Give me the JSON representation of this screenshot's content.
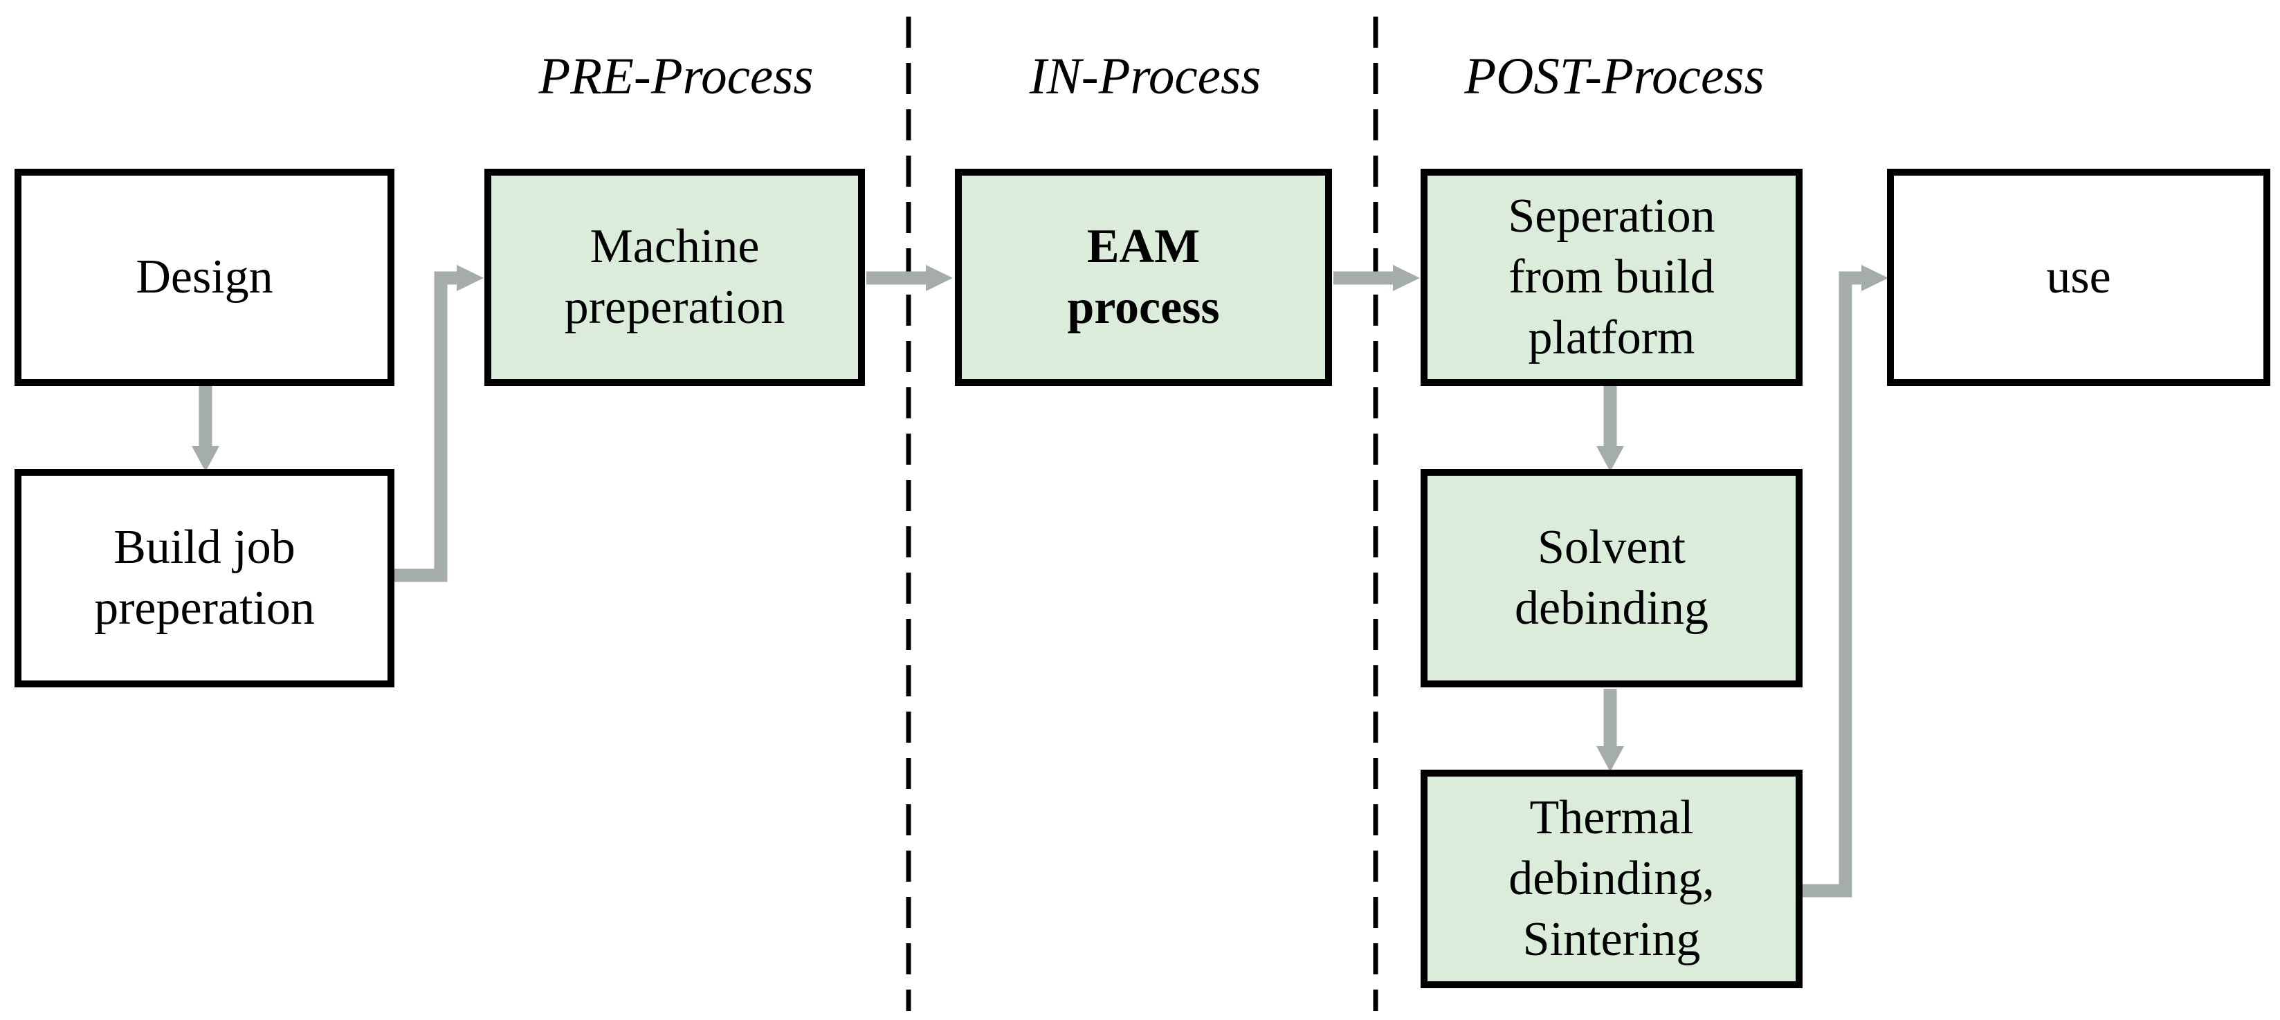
{
  "colors": {
    "green_fill": "#dcecda",
    "box_white": "#ffffff",
    "arrow_gray": "#a5acac",
    "line_black": "#000000"
  },
  "sections": [
    {
      "label": "PRE-Process"
    },
    {
      "label": "IN-Process"
    },
    {
      "label": "POST-Process"
    }
  ],
  "boxes": [
    {
      "id": "design",
      "label": "Design",
      "highlighted": false
    },
    {
      "id": "build-job-preperation",
      "label": "Build job\npreperation",
      "highlighted": false
    },
    {
      "id": "machine-preperation",
      "label": "Machine\npreperation",
      "highlighted": true
    },
    {
      "id": "eam-process",
      "label": "EAM\nprocess",
      "highlighted": true,
      "bold": true
    },
    {
      "id": "seperation-from-build-platform",
      "label": "Seperation\nfrom build\nplatform",
      "highlighted": true
    },
    {
      "id": "solvent-debinding",
      "label": "Solvent\ndebinding",
      "highlighted": true
    },
    {
      "id": "thermal-debinding-sintering",
      "label": "Thermal\ndebinding,\nSintering",
      "highlighted": true
    },
    {
      "id": "use",
      "label": "use",
      "highlighted": false
    }
  ],
  "flow": [
    {
      "from": "Design",
      "to": "Build job preperation"
    },
    {
      "from": "Build job preperation",
      "to": "Machine preperation"
    },
    {
      "from": "Machine preperation",
      "to": "EAM process"
    },
    {
      "from": "EAM process",
      "to": "Seperation from build platform"
    },
    {
      "from": "Seperation from build platform",
      "to": "Solvent debinding"
    },
    {
      "from": "Solvent debinding",
      "to": "Thermal debinding, Sintering"
    },
    {
      "from": "Thermal debinding, Sintering",
      "to": "use"
    }
  ]
}
